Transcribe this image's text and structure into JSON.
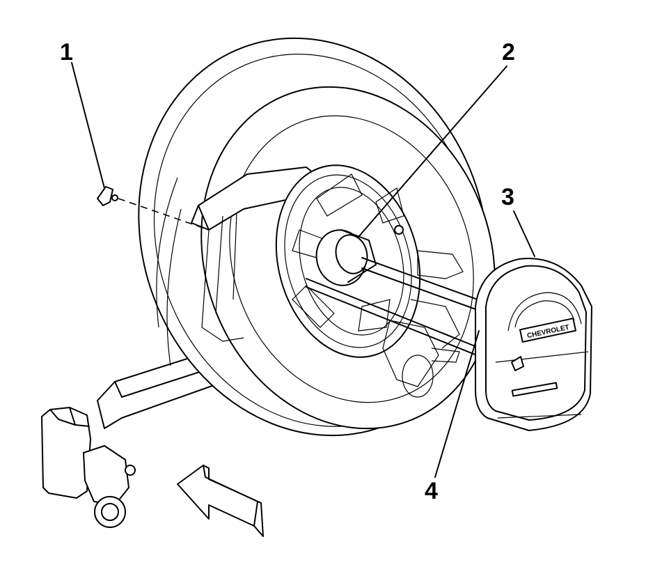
{
  "diagram": {
    "callouts": [
      {
        "id": "1",
        "label": "1"
      },
      {
        "id": "2",
        "label": "2"
      },
      {
        "id": "3",
        "label": "3"
      },
      {
        "id": "4",
        "label": "4"
      }
    ],
    "cover_logo_text": "CHEVROLET",
    "line_color": "#000000",
    "background_color": "#ffffff"
  }
}
